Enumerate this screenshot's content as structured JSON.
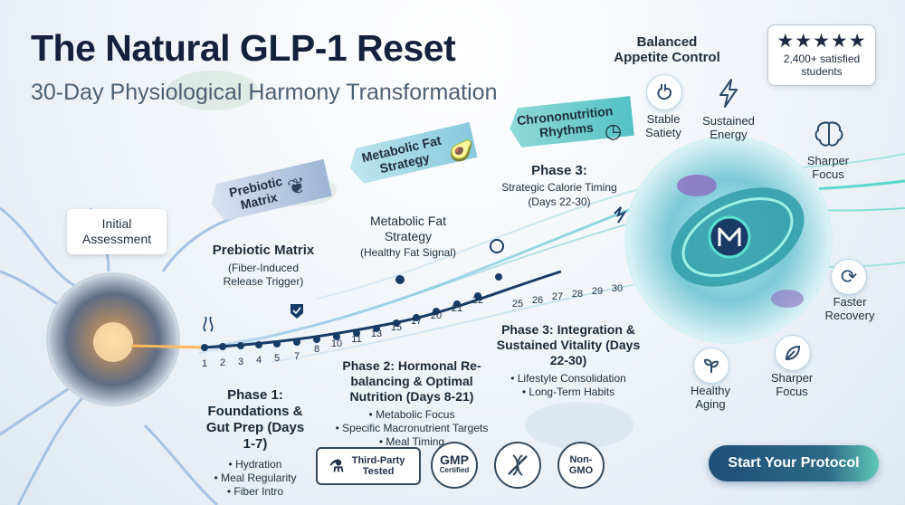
{
  "header": {
    "title": "The Natural GLP-1 Reset",
    "subtitle": "30-Day Physiological Harmony Transformation"
  },
  "rating": {
    "stars": "★★★★★",
    "text": "2,400+ satisfied students"
  },
  "callout": {
    "initial": "Initial Assessment"
  },
  "ribbons": {
    "prebiotic": "Prebiotic Matrix",
    "metabolic": "Metabolic Fat Strategy",
    "chrono": "Chrononutrition Rhythms"
  },
  "labels": {
    "prebiotic_title": "Prebiotic Matrix",
    "prebiotic_sub": "(Fiber-Induced Release Trigger)",
    "metabolic_title": "Metabolic Fat Strategy",
    "metabolic_sub": "(Healthy Fat Signal)",
    "phase3a_title": "Phase 3:",
    "phase3a_sub": "Strategic Calorie Timing",
    "phase3a_days": "(Days 22-30)"
  },
  "phases": {
    "phase1": {
      "title": "Phase 1: Foundations & Gut Prep (Days 1-7)",
      "bullets": [
        "• Hydration",
        "• Meal Regularity",
        "• Fiber Intro"
      ]
    },
    "phase2": {
      "title": "Phase 2: Hormonal Re-balancing & Optimal Nutrition (Days 8-21)",
      "bullets": [
        "• Metabolic Focus",
        "• Specific Macronutrient Targets",
        "• Meal Timing"
      ]
    },
    "phase3": {
      "title": "Phase 3: Integration & Sustained Vitality (Days 22-30)",
      "bullets": [
        "• Lifestyle Consolidation",
        "• Long-Term Habits"
      ]
    }
  },
  "timeline": {
    "days_a": [
      "1",
      "2",
      "3",
      "4",
      "5",
      "7"
    ],
    "days_b": [
      "8",
      "10",
      "11",
      "13",
      "15",
      "17",
      "20",
      "21",
      "22"
    ],
    "days_c": [
      "25",
      "26",
      "27",
      "28",
      "29",
      "30"
    ]
  },
  "benefits": {
    "balanced": "Balanced Appetite Control",
    "stable": "Stable Satiety",
    "energy": "Sustained Energy",
    "focus_top": "Sharper Focus",
    "recovery": "Faster Recovery",
    "focus_bottom": "Sharper Focus",
    "aging": "Healthy Aging"
  },
  "badges": {
    "third_party": "Third-Party Tested",
    "gmp": "GMP",
    "gmp_sub": "Certified",
    "non_gmo": "Non-GMO"
  },
  "cta": {
    "label": "Start Your Protocol"
  },
  "colors": {
    "navy": "#14213d",
    "teal": "#2ec4b6",
    "cta": "#1e4e78",
    "neuron": "#8fb3dc"
  }
}
